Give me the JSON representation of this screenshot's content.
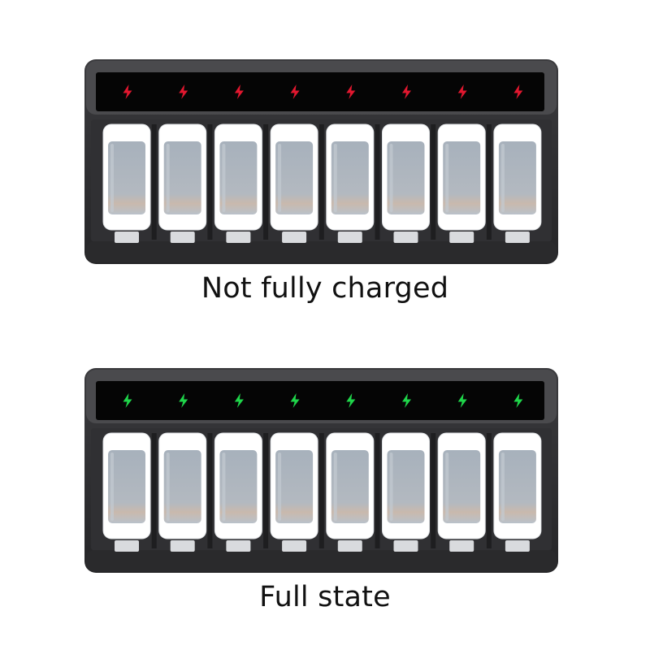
{
  "panels": [
    {
      "caption": "Not fully charged",
      "indicator_color": "#e3172f",
      "indicator_state": "charging",
      "slot_count": 8,
      "icon": "lightning-bolt-icon"
    },
    {
      "caption": "Full state",
      "indicator_color": "#1fd64a",
      "indicator_state": "full",
      "slot_count": 8,
      "icon": "lightning-bolt-icon"
    }
  ],
  "colors": {
    "charger_body": "#2e2e30",
    "led_panel": "#050505",
    "cell_body": "#ffffff",
    "cell_label": "#9ea9b4"
  }
}
